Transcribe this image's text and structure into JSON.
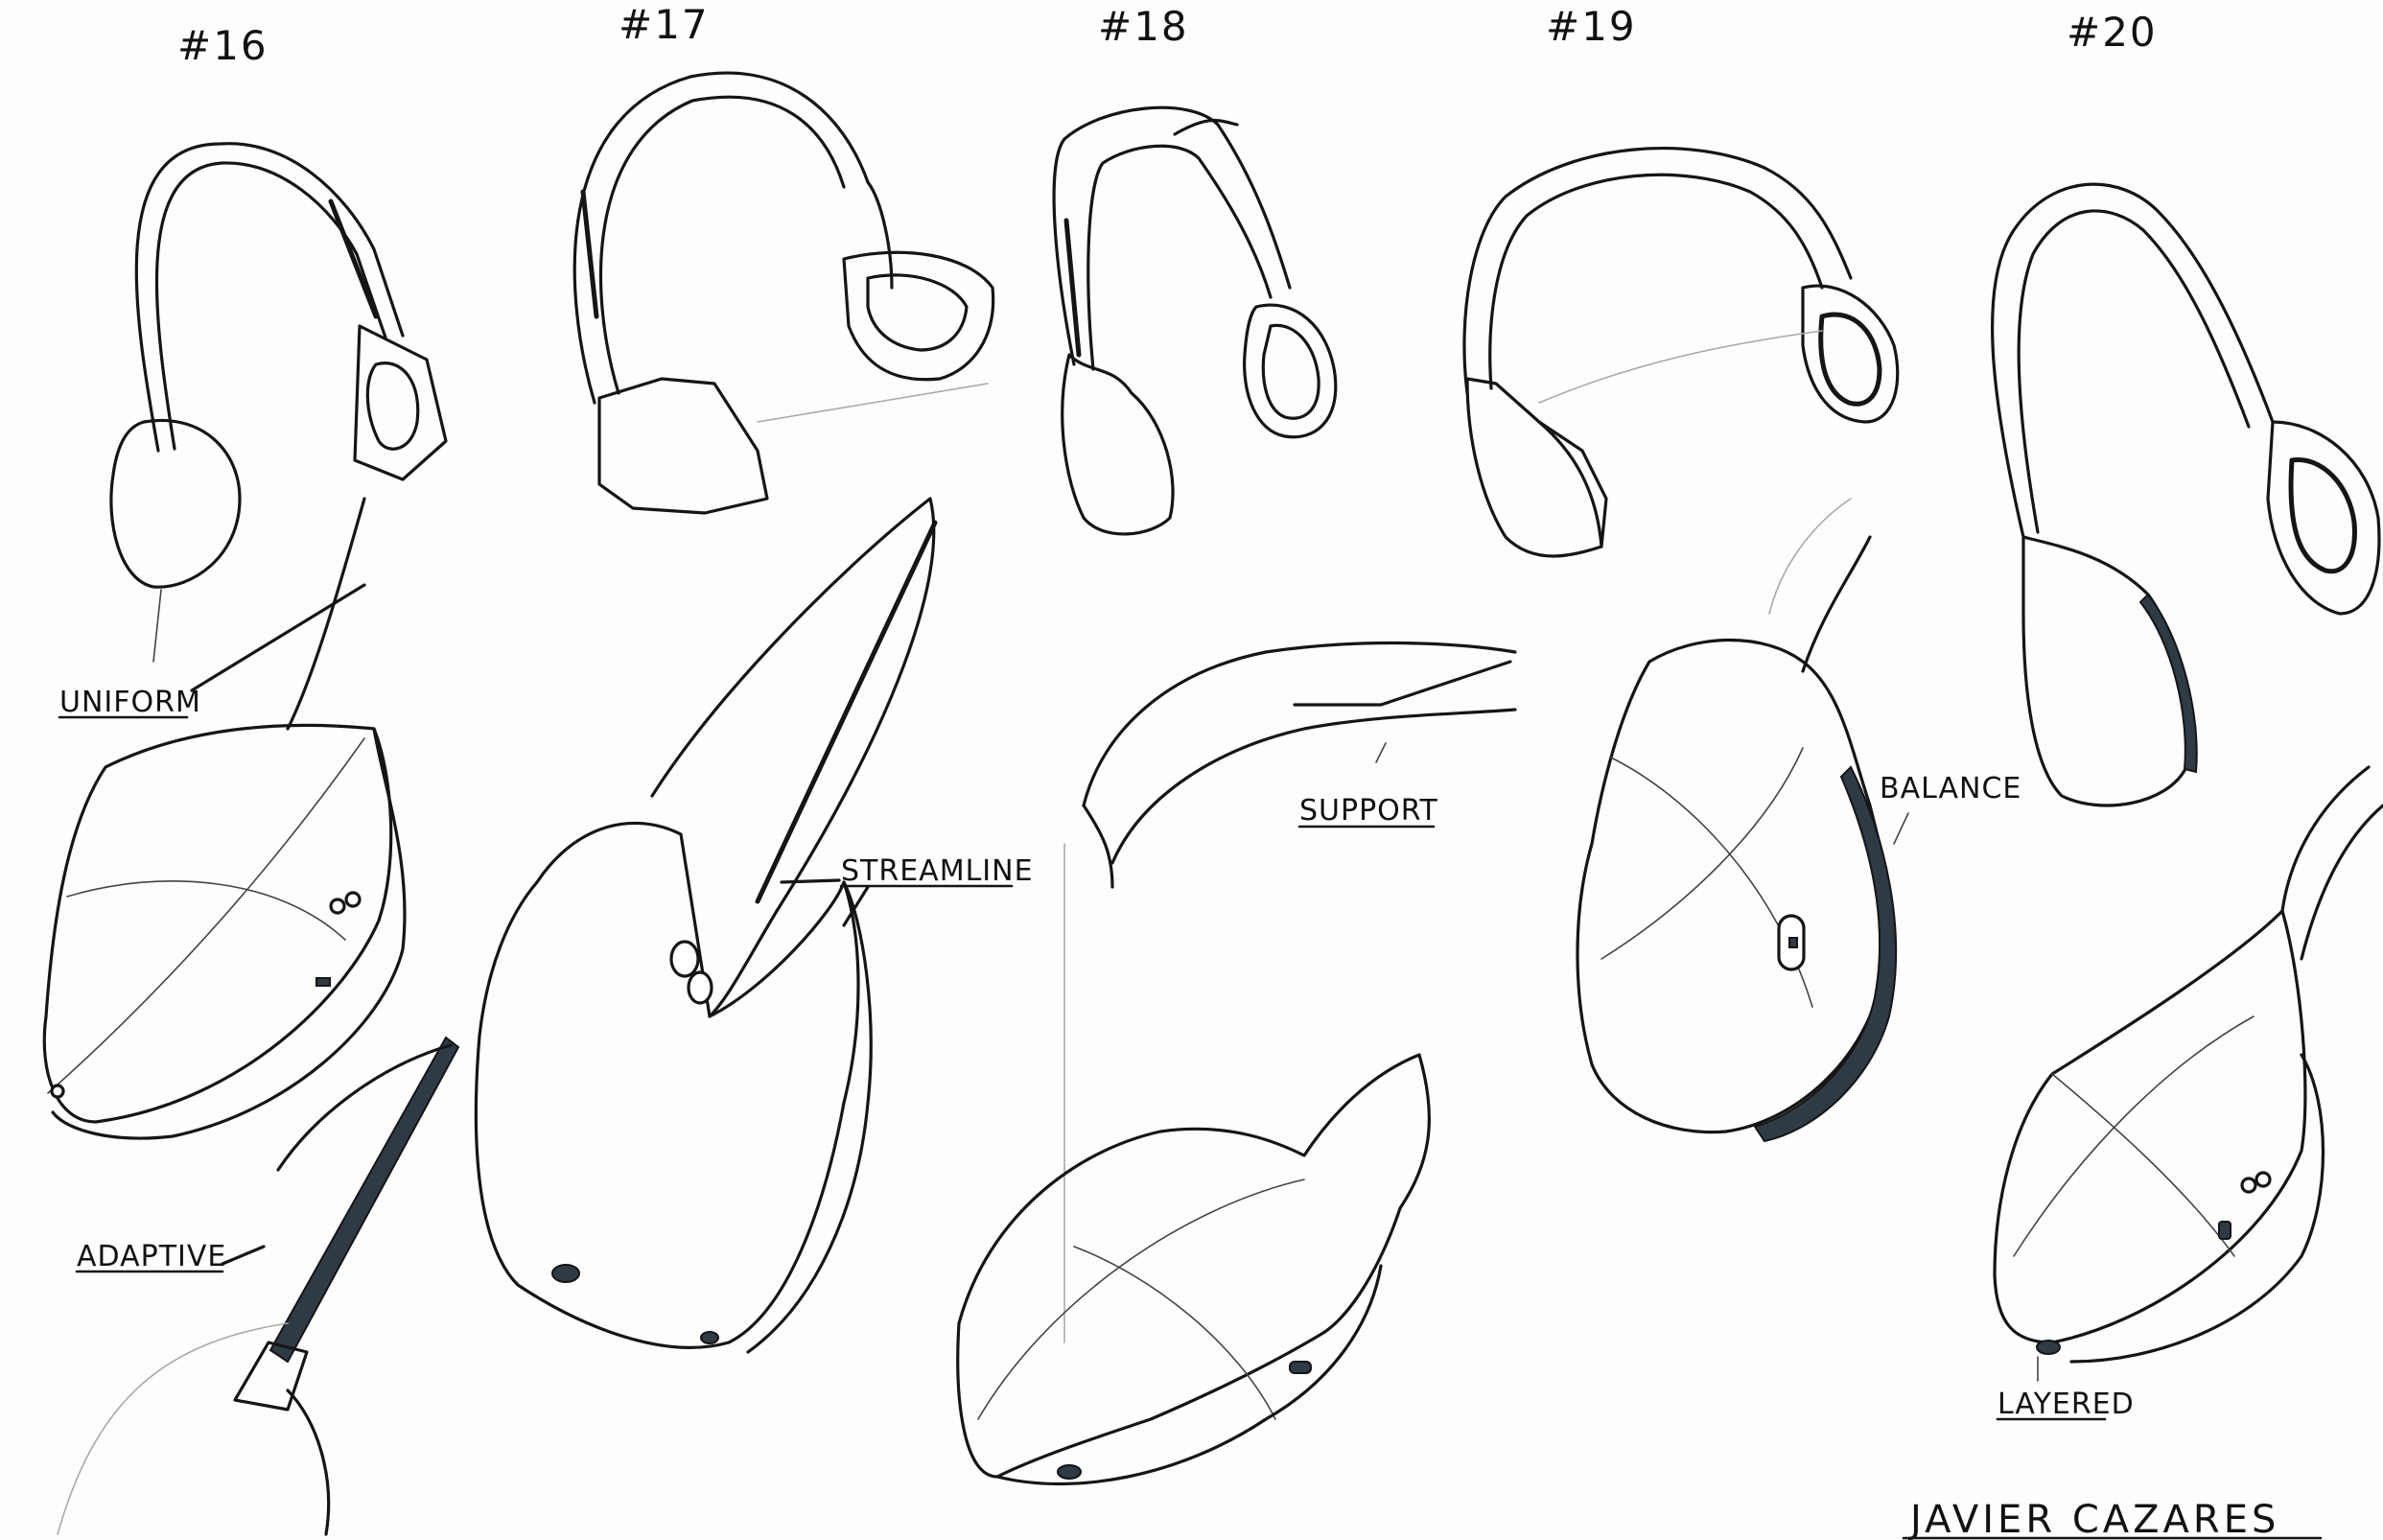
{
  "concepts": [
    {
      "number": "#16",
      "keyword": "UNIFORM",
      "keyword2": "ADAPTIVE"
    },
    {
      "number": "#17",
      "keyword": "STREAMLINE"
    },
    {
      "number": "#18",
      "keyword": "SUPPORT"
    },
    {
      "number": "#19",
      "keyword": "BALANCE"
    },
    {
      "number": "#20",
      "keyword": "LAYERED"
    }
  ],
  "signature": "JAVIER CAZARES",
  "ink_color": "#151515",
  "paper_color": "#fdfdfc"
}
